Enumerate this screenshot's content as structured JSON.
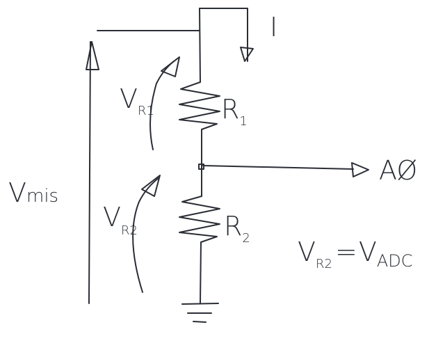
{
  "labels": {
    "current": "I",
    "r1": {
      "main": "R",
      "sub": "1"
    },
    "r2": {
      "main": "R",
      "sub": "2"
    },
    "vr1": {
      "main": "V",
      "sub": "R1"
    },
    "vr2": {
      "main": "V",
      "sub": "R2"
    },
    "vmis": {
      "main": "V",
      "sub": "mis"
    },
    "output": "AØ",
    "equation": {
      "left_main": "V",
      "left_sub": "R2",
      "equals": "=",
      "right_main": "V",
      "right_sub": "ADC"
    }
  },
  "colors": {
    "ink": "#2a2d35",
    "background": "#ffffff"
  }
}
